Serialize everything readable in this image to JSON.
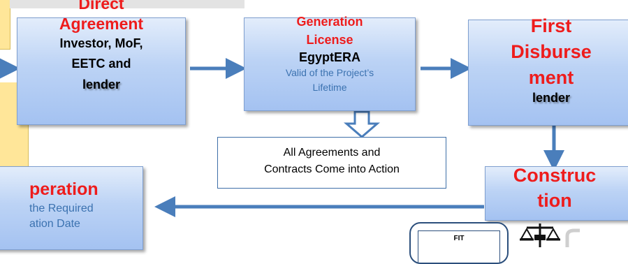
{
  "direct_agreement": {
    "title_line1": "Direct",
    "title_line2": "Agreement",
    "body_line1": "Investor, MoF,",
    "body_line2": "EETC and",
    "body_line3": "lender"
  },
  "generation_license": {
    "title_line1": "Generation",
    "title_line2": "License",
    "body": "EgyptERA",
    "note_line1": "Valid of the Project’s",
    "note_line2": "Lifetime"
  },
  "first_disbursement": {
    "title_line1": "First",
    "title_line2": "Disburse",
    "title_line3": "ment",
    "body": "lender"
  },
  "agreements_box": {
    "line1": "All Agreements and",
    "line2": "Contracts Come into Action"
  },
  "construction": {
    "title_line1": "Construc",
    "title_line2": "tion"
  },
  "operation": {
    "title": "peration",
    "note_line1": "the Required",
    "note_line2": "ation Date"
  },
  "bottom_fragment": {
    "text": "FIT"
  },
  "colors": {
    "title_red": "#ee1c1c",
    "note_blue": "#3b72b0",
    "arrow_blue": "#4a7ebb",
    "sticky_yellow": "#ffe699"
  }
}
